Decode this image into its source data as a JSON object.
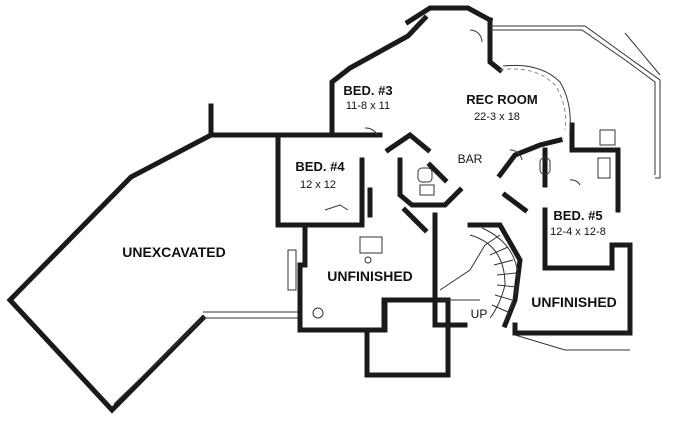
{
  "rooms": {
    "bed3": {
      "name": "BED. #3",
      "dims": "11-8 x 11"
    },
    "rec_room": {
      "name": "REC ROOM",
      "dims": "22-3 x 18"
    },
    "bar": {
      "name": "BAR"
    },
    "bed4": {
      "name": "BED. #4",
      "dims": "12 x 12"
    },
    "bed5": {
      "name": "BED. #5",
      "dims": "12-4 x 12-8"
    },
    "unexcavated": {
      "name": "UNEXCAVATED"
    },
    "unfinished_left": {
      "name": "UNFINISHED"
    },
    "unfinished_right": {
      "name": "UNFINISHED"
    },
    "stair": {
      "name": "UP"
    }
  }
}
